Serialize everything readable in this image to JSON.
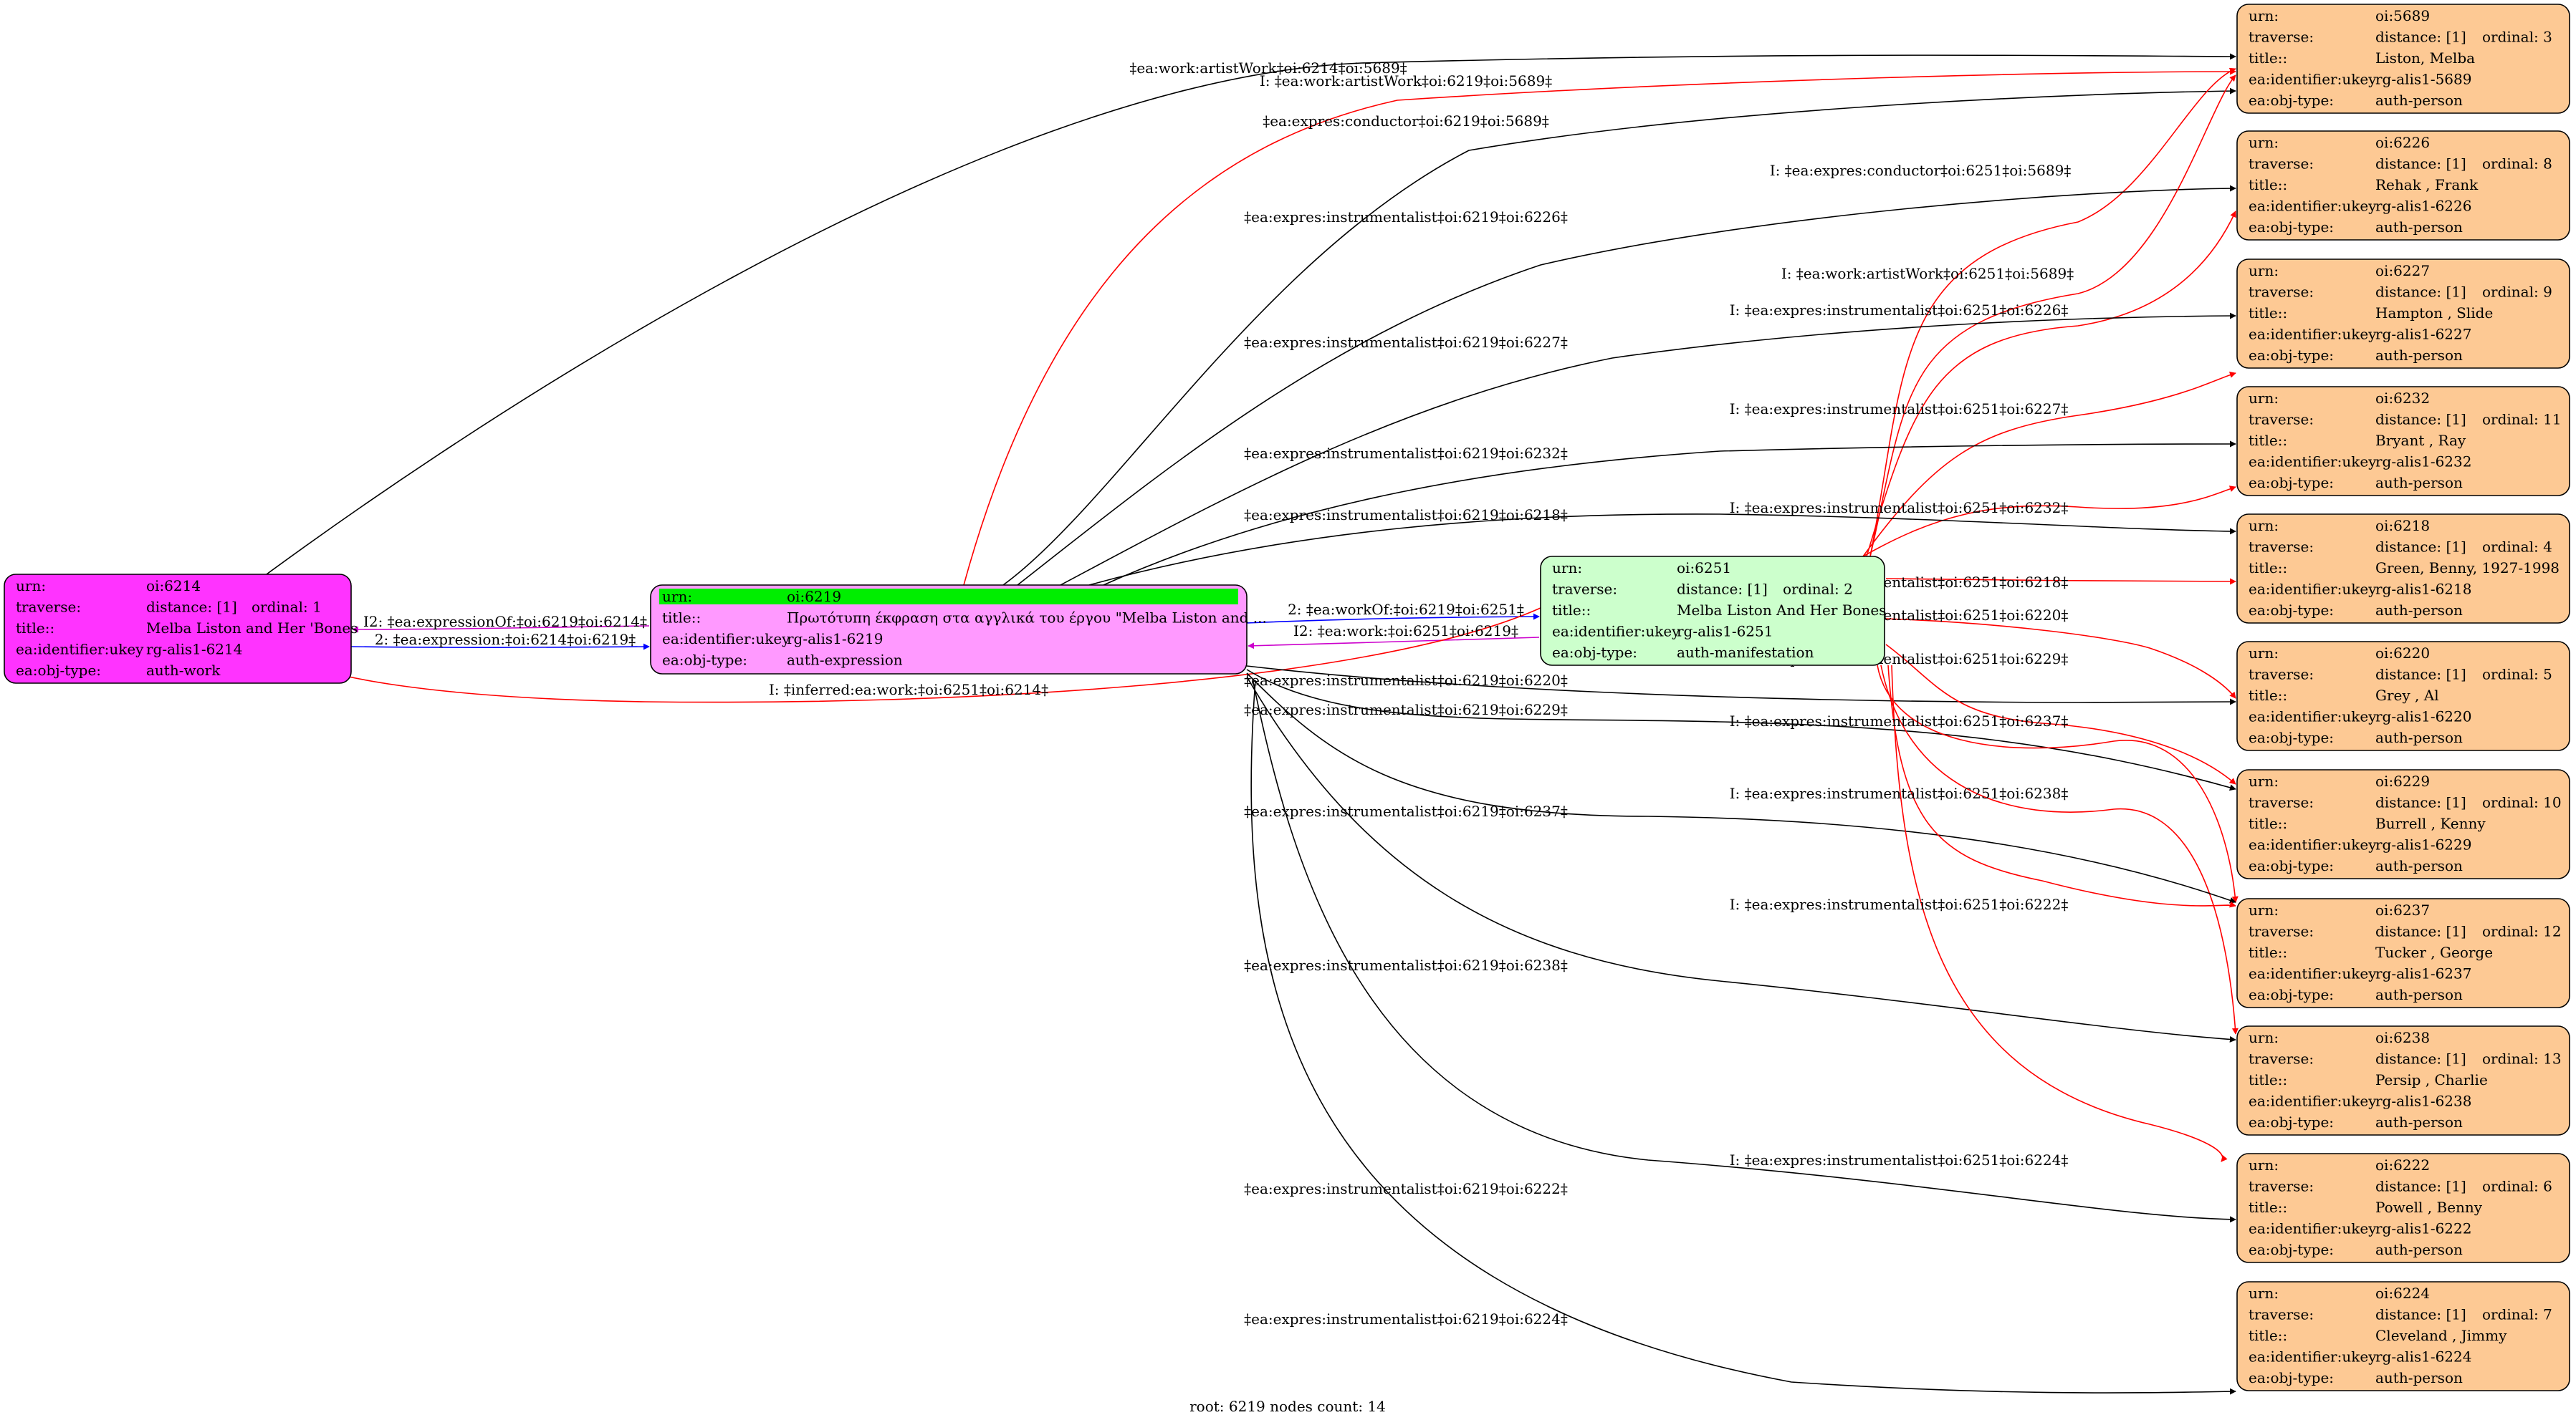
{
  "footer": "root: 6219 nodes count: 14",
  "colors": {
    "work": "#ff33ff",
    "expression": "#ff99ff",
    "expression_header": "#00ee00",
    "manifestation": "#ccffcc",
    "person": "#fdc994",
    "edge_black": "#000000",
    "edge_red": "#ff0000",
    "edge_blue": "#0000ff",
    "edge_magenta": "#cc00cc"
  },
  "nodes": [
    {
      "id": "oi:6214",
      "kind": "work",
      "rows": [
        [
          "urn:",
          "oi:6214"
        ],
        [
          "traverse:",
          "distance: [1]",
          "ordinal: 1"
        ],
        [
          "title::",
          "Melba Liston and Her 'Bones"
        ],
        [
          "ea:identifier:ukey",
          "rg-alis1-6214"
        ],
        [
          "ea:obj-type:",
          "auth-work"
        ]
      ]
    },
    {
      "id": "oi:6219",
      "kind": "expression",
      "rows": [
        [
          "urn:",
          "oi:6219"
        ],
        [
          "title::",
          "Πρωτότυπη έκφραση στα αγγλικά του έργου \"Melba Liston and ..."
        ],
        [
          "ea:identifier:ukey",
          "rg-alis1-6219"
        ],
        [
          "ea:obj-type:",
          "auth-expression"
        ]
      ]
    },
    {
      "id": "oi:6251",
      "kind": "manifestation",
      "rows": [
        [
          "urn:",
          "oi:6251"
        ],
        [
          "traverse:",
          "distance: [1]",
          "ordinal: 2"
        ],
        [
          "title::",
          "Melba Liston And Her Bones"
        ],
        [
          "ea:identifier:ukey",
          "rg-alis1-6251"
        ],
        [
          "ea:obj-type:",
          "auth-manifestation"
        ]
      ]
    },
    {
      "id": "oi:5689",
      "kind": "person",
      "rows": [
        [
          "urn:",
          "oi:5689"
        ],
        [
          "traverse:",
          "distance: [1]",
          "ordinal: 3"
        ],
        [
          "title::",
          "Liston, Melba"
        ],
        [
          "ea:identifier:ukey",
          "rg-alis1-5689"
        ],
        [
          "ea:obj-type:",
          "auth-person"
        ]
      ]
    },
    {
      "id": "oi:6226",
      "kind": "person",
      "rows": [
        [
          "urn:",
          "oi:6226"
        ],
        [
          "traverse:",
          "distance: [1]",
          "ordinal: 8"
        ],
        [
          "title::",
          "Rehak , Frank"
        ],
        [
          "ea:identifier:ukey",
          "rg-alis1-6226"
        ],
        [
          "ea:obj-type:",
          "auth-person"
        ]
      ]
    },
    {
      "id": "oi:6227",
      "kind": "person",
      "rows": [
        [
          "urn:",
          "oi:6227"
        ],
        [
          "traverse:",
          "distance: [1]",
          "ordinal: 9"
        ],
        [
          "title::",
          "Hampton , Slide"
        ],
        [
          "ea:identifier:ukey",
          "rg-alis1-6227"
        ],
        [
          "ea:obj-type:",
          "auth-person"
        ]
      ]
    },
    {
      "id": "oi:6232",
      "kind": "person",
      "rows": [
        [
          "urn:",
          "oi:6232"
        ],
        [
          "traverse:",
          "distance: [1]",
          "ordinal: 11"
        ],
        [
          "title::",
          "Bryant , Ray"
        ],
        [
          "ea:identifier:ukey",
          "rg-alis1-6232"
        ],
        [
          "ea:obj-type:",
          "auth-person"
        ]
      ]
    },
    {
      "id": "oi:6218",
      "kind": "person",
      "rows": [
        [
          "urn:",
          "oi:6218"
        ],
        [
          "traverse:",
          "distance: [1]",
          "ordinal: 4"
        ],
        [
          "title::",
          "Green, Benny, 1927-1998"
        ],
        [
          "ea:identifier:ukey",
          "rg-alis1-6218"
        ],
        [
          "ea:obj-type:",
          "auth-person"
        ]
      ]
    },
    {
      "id": "oi:6220",
      "kind": "person",
      "rows": [
        [
          "urn:",
          "oi:6220"
        ],
        [
          "traverse:",
          "distance: [1]",
          "ordinal: 5"
        ],
        [
          "title::",
          "Grey , Al"
        ],
        [
          "ea:identifier:ukey",
          "rg-alis1-6220"
        ],
        [
          "ea:obj-type:",
          "auth-person"
        ]
      ]
    },
    {
      "id": "oi:6229",
      "kind": "person",
      "rows": [
        [
          "urn:",
          "oi:6229"
        ],
        [
          "traverse:",
          "distance: [1]",
          "ordinal: 10"
        ],
        [
          "title::",
          "Burrell , Kenny"
        ],
        [
          "ea:identifier:ukey",
          "rg-alis1-6229"
        ],
        [
          "ea:obj-type:",
          "auth-person"
        ]
      ]
    },
    {
      "id": "oi:6237",
      "kind": "person",
      "rows": [
        [
          "urn:",
          "oi:6237"
        ],
        [
          "traverse:",
          "distance: [1]",
          "ordinal: 12"
        ],
        [
          "title::",
          "Tucker , George"
        ],
        [
          "ea:identifier:ukey",
          "rg-alis1-6237"
        ],
        [
          "ea:obj-type:",
          "auth-person"
        ]
      ]
    },
    {
      "id": "oi:6238",
      "kind": "person",
      "rows": [
        [
          "urn:",
          "oi:6238"
        ],
        [
          "traverse:",
          "distance: [1]",
          "ordinal: 13"
        ],
        [
          "title::",
          "Persip , Charlie"
        ],
        [
          "ea:identifier:ukey",
          "rg-alis1-6238"
        ],
        [
          "ea:obj-type:",
          "auth-person"
        ]
      ]
    },
    {
      "id": "oi:6222",
      "kind": "person",
      "rows": [
        [
          "urn:",
          "oi:6222"
        ],
        [
          "traverse:",
          "distance: [1]",
          "ordinal: 6"
        ],
        [
          "title::",
          "Powell , Benny"
        ],
        [
          "ea:identifier:ukey",
          "rg-alis1-6222"
        ],
        [
          "ea:obj-type:",
          "auth-person"
        ]
      ]
    },
    {
      "id": "oi:6224",
      "kind": "person",
      "rows": [
        [
          "urn:",
          "oi:6224"
        ],
        [
          "traverse:",
          "distance: [1]",
          "ordinal: 7"
        ],
        [
          "title::",
          "Cleveland , Jimmy"
        ],
        [
          "ea:identifier:ukey",
          "rg-alis1-6224"
        ],
        [
          "ea:obj-type:",
          "auth-person"
        ]
      ]
    }
  ],
  "edges": [
    {
      "from": "oi:6214",
      "to": "oi:5689",
      "color": "black",
      "label": "‡ea:work:artistWork‡oi:6214‡oi:5689‡"
    },
    {
      "from": "oi:6219",
      "to": "oi:5689",
      "color": "red",
      "label": "I: ‡ea:work:artistWork‡oi:6219‡oi:5689‡"
    },
    {
      "from": "oi:6219",
      "to": "oi:5689",
      "color": "black",
      "label": "‡ea:expres:conductor‡oi:6219‡oi:5689‡"
    },
    {
      "from": "oi:6251",
      "to": "oi:5689",
      "color": "red",
      "label": "I: ‡ea:expres:conductor‡oi:6251‡oi:5689‡"
    },
    {
      "from": "oi:6219",
      "to": "oi:6226",
      "color": "black",
      "label": "‡ea:expres:instrumentalist‡oi:6219‡oi:6226‡"
    },
    {
      "from": "oi:6251",
      "to": "oi:5689",
      "color": "red",
      "label": "I: ‡ea:work:artistWork‡oi:6251‡oi:5689‡"
    },
    {
      "from": "oi:6251",
      "to": "oi:6226",
      "color": "red",
      "label": "I: ‡ea:expres:instrumentalist‡oi:6251‡oi:6226‡"
    },
    {
      "from": "oi:6219",
      "to": "oi:6227",
      "color": "black",
      "label": "‡ea:expres:instrumentalist‡oi:6219‡oi:6227‡"
    },
    {
      "from": "oi:6251",
      "to": "oi:6227",
      "color": "red",
      "label": "I: ‡ea:expres:instrumentalist‡oi:6251‡oi:6227‡"
    },
    {
      "from": "oi:6219",
      "to": "oi:6232",
      "color": "black",
      "label": "‡ea:expres:instrumentalist‡oi:6219‡oi:6232‡"
    },
    {
      "from": "oi:6251",
      "to": "oi:6232",
      "color": "red",
      "label": "I: ‡ea:expres:instrumentalist‡oi:6251‡oi:6232‡"
    },
    {
      "from": "oi:6219",
      "to": "oi:6218",
      "color": "black",
      "label": "‡ea:expres:instrumentalist‡oi:6219‡oi:6218‡"
    },
    {
      "from": "oi:6251",
      "to": "oi:6218",
      "color": "red",
      "label": "I: ‡ea:expres:instrumentalist‡oi:6251‡oi:6218‡"
    },
    {
      "from": "oi:6214",
      "to": "oi:6219",
      "color": "blue",
      "label": "2: ‡ea:expression:‡oi:6214‡oi:6219‡"
    },
    {
      "from": "oi:6219",
      "to": "oi:6214",
      "color": "magenta",
      "label": "I2: ‡ea:expressionOf:‡oi:6219‡oi:6214‡"
    },
    {
      "from": "oi:6219",
      "to": "oi:6251",
      "color": "blue",
      "label": "2: ‡ea:workOf:‡oi:6219‡oi:6251‡"
    },
    {
      "from": "oi:6251",
      "to": "oi:6219",
      "color": "magenta",
      "label": "I2: ‡ea:work:‡oi:6251‡oi:6219‡"
    },
    {
      "from": "oi:6251",
      "to": "oi:6214",
      "color": "red",
      "label": "I: ‡inferred:ea:work:‡oi:6251‡oi:6214‡"
    },
    {
      "from": "oi:6251",
      "to": "oi:6220",
      "color": "red",
      "label": "I: ‡ea:expres:instrumentalist‡oi:6251‡oi:6220‡"
    },
    {
      "from": "oi:6219",
      "to": "oi:6220",
      "color": "black",
      "label": "‡ea:expres:instrumentalist‡oi:6219‡oi:6220‡"
    },
    {
      "from": "oi:6251",
      "to": "oi:6229",
      "color": "red",
      "label": "I: ‡ea:expres:instrumentalist‡oi:6251‡oi:6229‡"
    },
    {
      "from": "oi:6219",
      "to": "oi:6229",
      "color": "black",
      "label": "‡ea:expres:instrumentalist‡oi:6219‡oi:6229‡"
    },
    {
      "from": "oi:6251",
      "to": "oi:6237",
      "color": "red",
      "label": "I: ‡ea:expres:instrumentalist‡oi:6251‡oi:6237‡"
    },
    {
      "from": "oi:6251",
      "to": "oi:6238",
      "color": "red",
      "label": "I: ‡ea:expres:instrumentalist‡oi:6251‡oi:6238‡"
    },
    {
      "from": "oi:6219",
      "to": "oi:6237",
      "color": "black",
      "label": "‡ea:expres:instrumentalist‡oi:6219‡oi:6237‡"
    },
    {
      "from": "oi:6251",
      "to": "oi:6222",
      "color": "red",
      "label": "I: ‡ea:expres:instrumentalist‡oi:6251‡oi:6222‡"
    },
    {
      "from": "oi:6219",
      "to": "oi:6238",
      "color": "black",
      "label": "‡ea:expres:instrumentalist‡oi:6219‡oi:6238‡"
    },
    {
      "from": "oi:6251",
      "to": "oi:6224",
      "color": "red",
      "label": "I: ‡ea:expres:instrumentalist‡oi:6251‡oi:6224‡"
    },
    {
      "from": "oi:6219",
      "to": "oi:6222",
      "color": "black",
      "label": "‡ea:expres:instrumentalist‡oi:6219‡oi:6222‡"
    },
    {
      "from": "oi:6219",
      "to": "oi:6224",
      "color": "black",
      "label": "‡ea:expres:instrumentalist‡oi:6219‡oi:6224‡"
    }
  ]
}
